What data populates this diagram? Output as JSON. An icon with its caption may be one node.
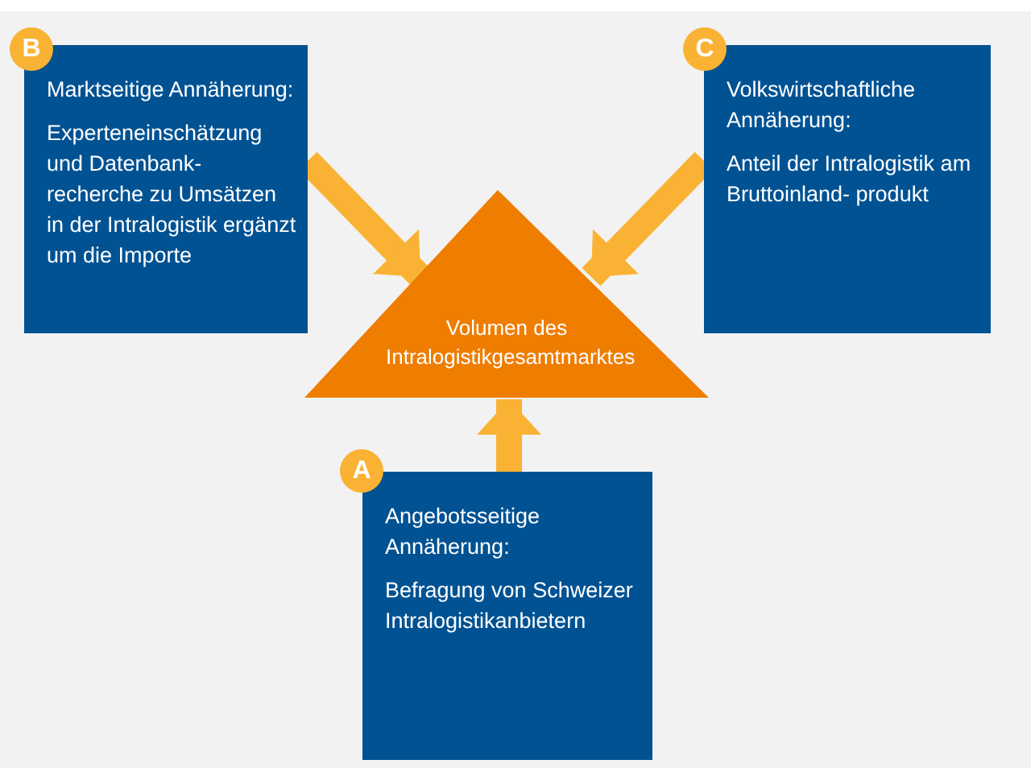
{
  "diagram": {
    "nodes": [
      {
        "text": [
          "B"
        ]
      },
      {
        "text": [
          "Marktseitige Annäherung:",
          "Experteneinschätzung und Datenbank- recherche zu Umsätzen in der Intralogistik ergänzt um die Importe"
        ]
      },
      {
        "text": [
          "C"
        ]
      },
      {
        "text": [
          "Volkswirtschaftliche Annäherung:",
          "Anteil der Intralogistik am Bruttoinland- produkt"
        ]
      },
      {
        "text": [
          "Volumen des Intralogistikgesamtmarktes"
        ]
      },
      {
        "text": [
          "A"
        ]
      },
      {
        "text": [
          "Angebotsseitige Annäherung:",
          "Befragung von Schweizer Intralogistikanbietern"
        ]
      }
    ],
    "edges": [
      {
        "from": 1,
        "to": 4,
        "arrow": "to"
      },
      {
        "from": 3,
        "to": 4,
        "arrow": "to"
      },
      {
        "from": 6,
        "to": 4,
        "arrow": "to"
      }
    ]
  }
}
